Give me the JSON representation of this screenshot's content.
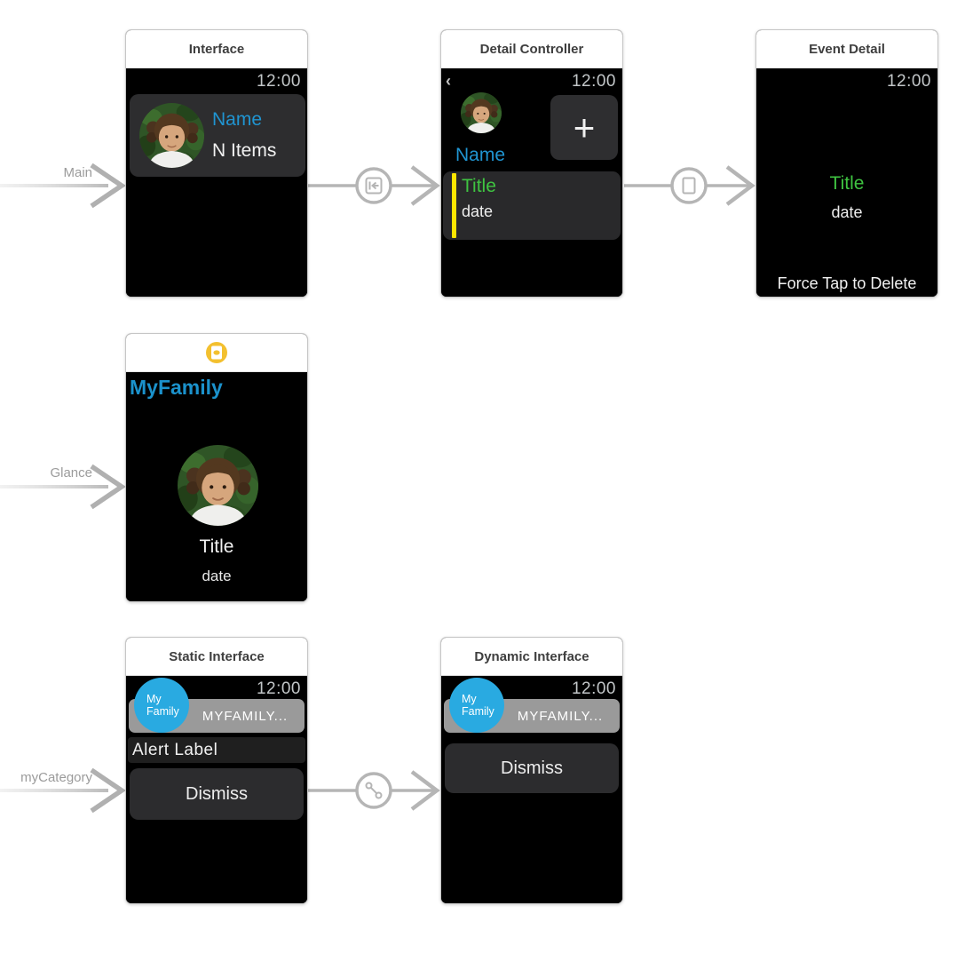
{
  "colors": {
    "accent_blue": "#2095d2",
    "glance_title_blue": "#1b92cc",
    "event_green": "#3fc341",
    "selection_bar_yellow": "#ffe600",
    "notification_badge_blue": "#29aae1",
    "glance_icon_yellow": "#f3c02f",
    "sash_gray": "#9a9a9a",
    "arrow_gray": "#b3b3b3"
  },
  "entry_points": {
    "main": {
      "label": "Main"
    },
    "glance": {
      "label": "Glance"
    },
    "category": {
      "label": "myCategory"
    }
  },
  "controllers": {
    "interface": {
      "title": "Interface",
      "status_time": "12:00",
      "row": {
        "name": "Name",
        "items": "N Items"
      }
    },
    "detail": {
      "title": "Detail Controller",
      "status_time": "12:00",
      "back_chevron": "‹",
      "name": "Name",
      "add_button": "+",
      "event_row": {
        "title": "Title",
        "date": "date"
      }
    },
    "event_detail": {
      "title": "Event Detail",
      "status_time": "12:00",
      "event_title": "Title",
      "event_date": "date",
      "footer_hint": "Force Tap to Delete"
    },
    "glance": {
      "app_title": "MyFamily",
      "event_title": "Title",
      "event_date": "date"
    },
    "static_notification": {
      "title": "Static Interface",
      "status_time": "12:00",
      "badge_line1": "My",
      "badge_line2": "Family",
      "sash_text": "MYFAMILY...",
      "alert_label": "Alert Label",
      "dismiss_button": "Dismiss"
    },
    "dynamic_notification": {
      "title": "Dynamic Interface",
      "status_time": "12:00",
      "badge_line1": "My",
      "badge_line2": "Family",
      "sash_text": "MYFAMILY...",
      "dismiss_button": "Dismiss"
    }
  }
}
